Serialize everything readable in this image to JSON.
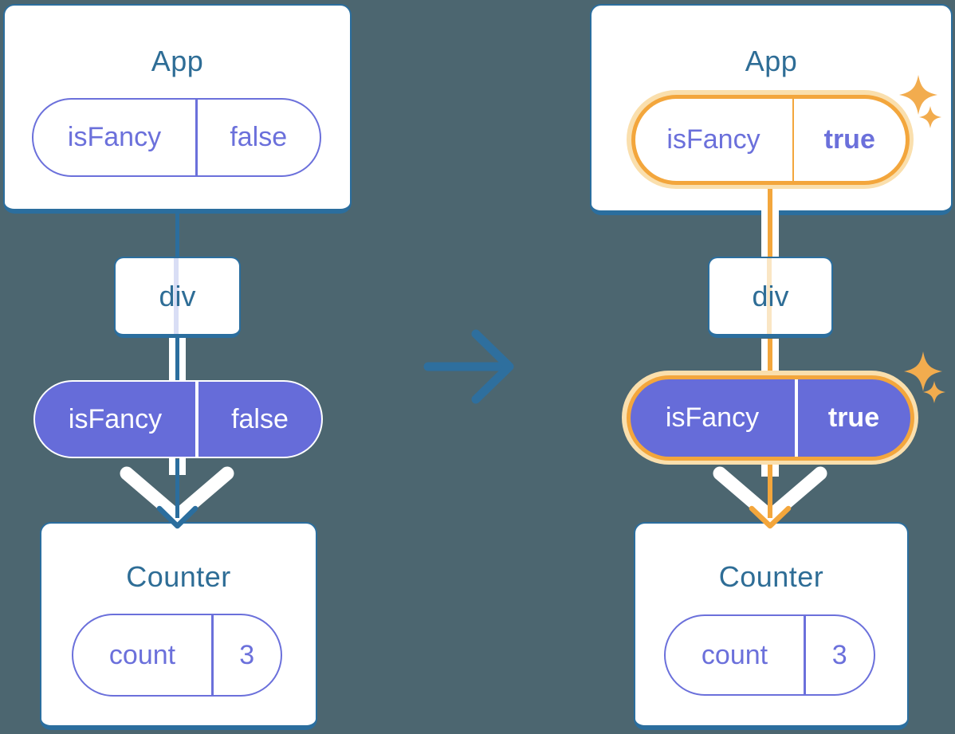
{
  "diagram": {
    "left": {
      "app": {
        "title": "App",
        "prop_name": "isFancy",
        "prop_value": "false"
      },
      "div_label": "div",
      "passed_prop": {
        "name": "isFancy",
        "value": "false"
      },
      "counter": {
        "title": "Counter",
        "state_name": "count",
        "state_value": "3"
      }
    },
    "right": {
      "app": {
        "title": "App",
        "prop_name": "isFancy",
        "prop_value": "true"
      },
      "div_label": "div",
      "passed_prop": {
        "name": "isFancy",
        "value": "true"
      },
      "counter": {
        "title": "Counter",
        "state_name": "count",
        "state_value": "3"
      }
    },
    "colors": {
      "background": "#4C6670",
      "card_border_blue": "#2B6E9E",
      "title_text": "#2E6D96",
      "purple_outline": "#6B70DB",
      "purple_fill": "#666CD9",
      "highlight_orange": "#F3A63C",
      "highlight_halo": "#FADFAD",
      "sparkle": "#F2AC4E",
      "ghost_purple": "#D9DEF5",
      "ghost_orange": "#FAE6C4",
      "arrow_white": "#FFFFFF"
    }
  }
}
